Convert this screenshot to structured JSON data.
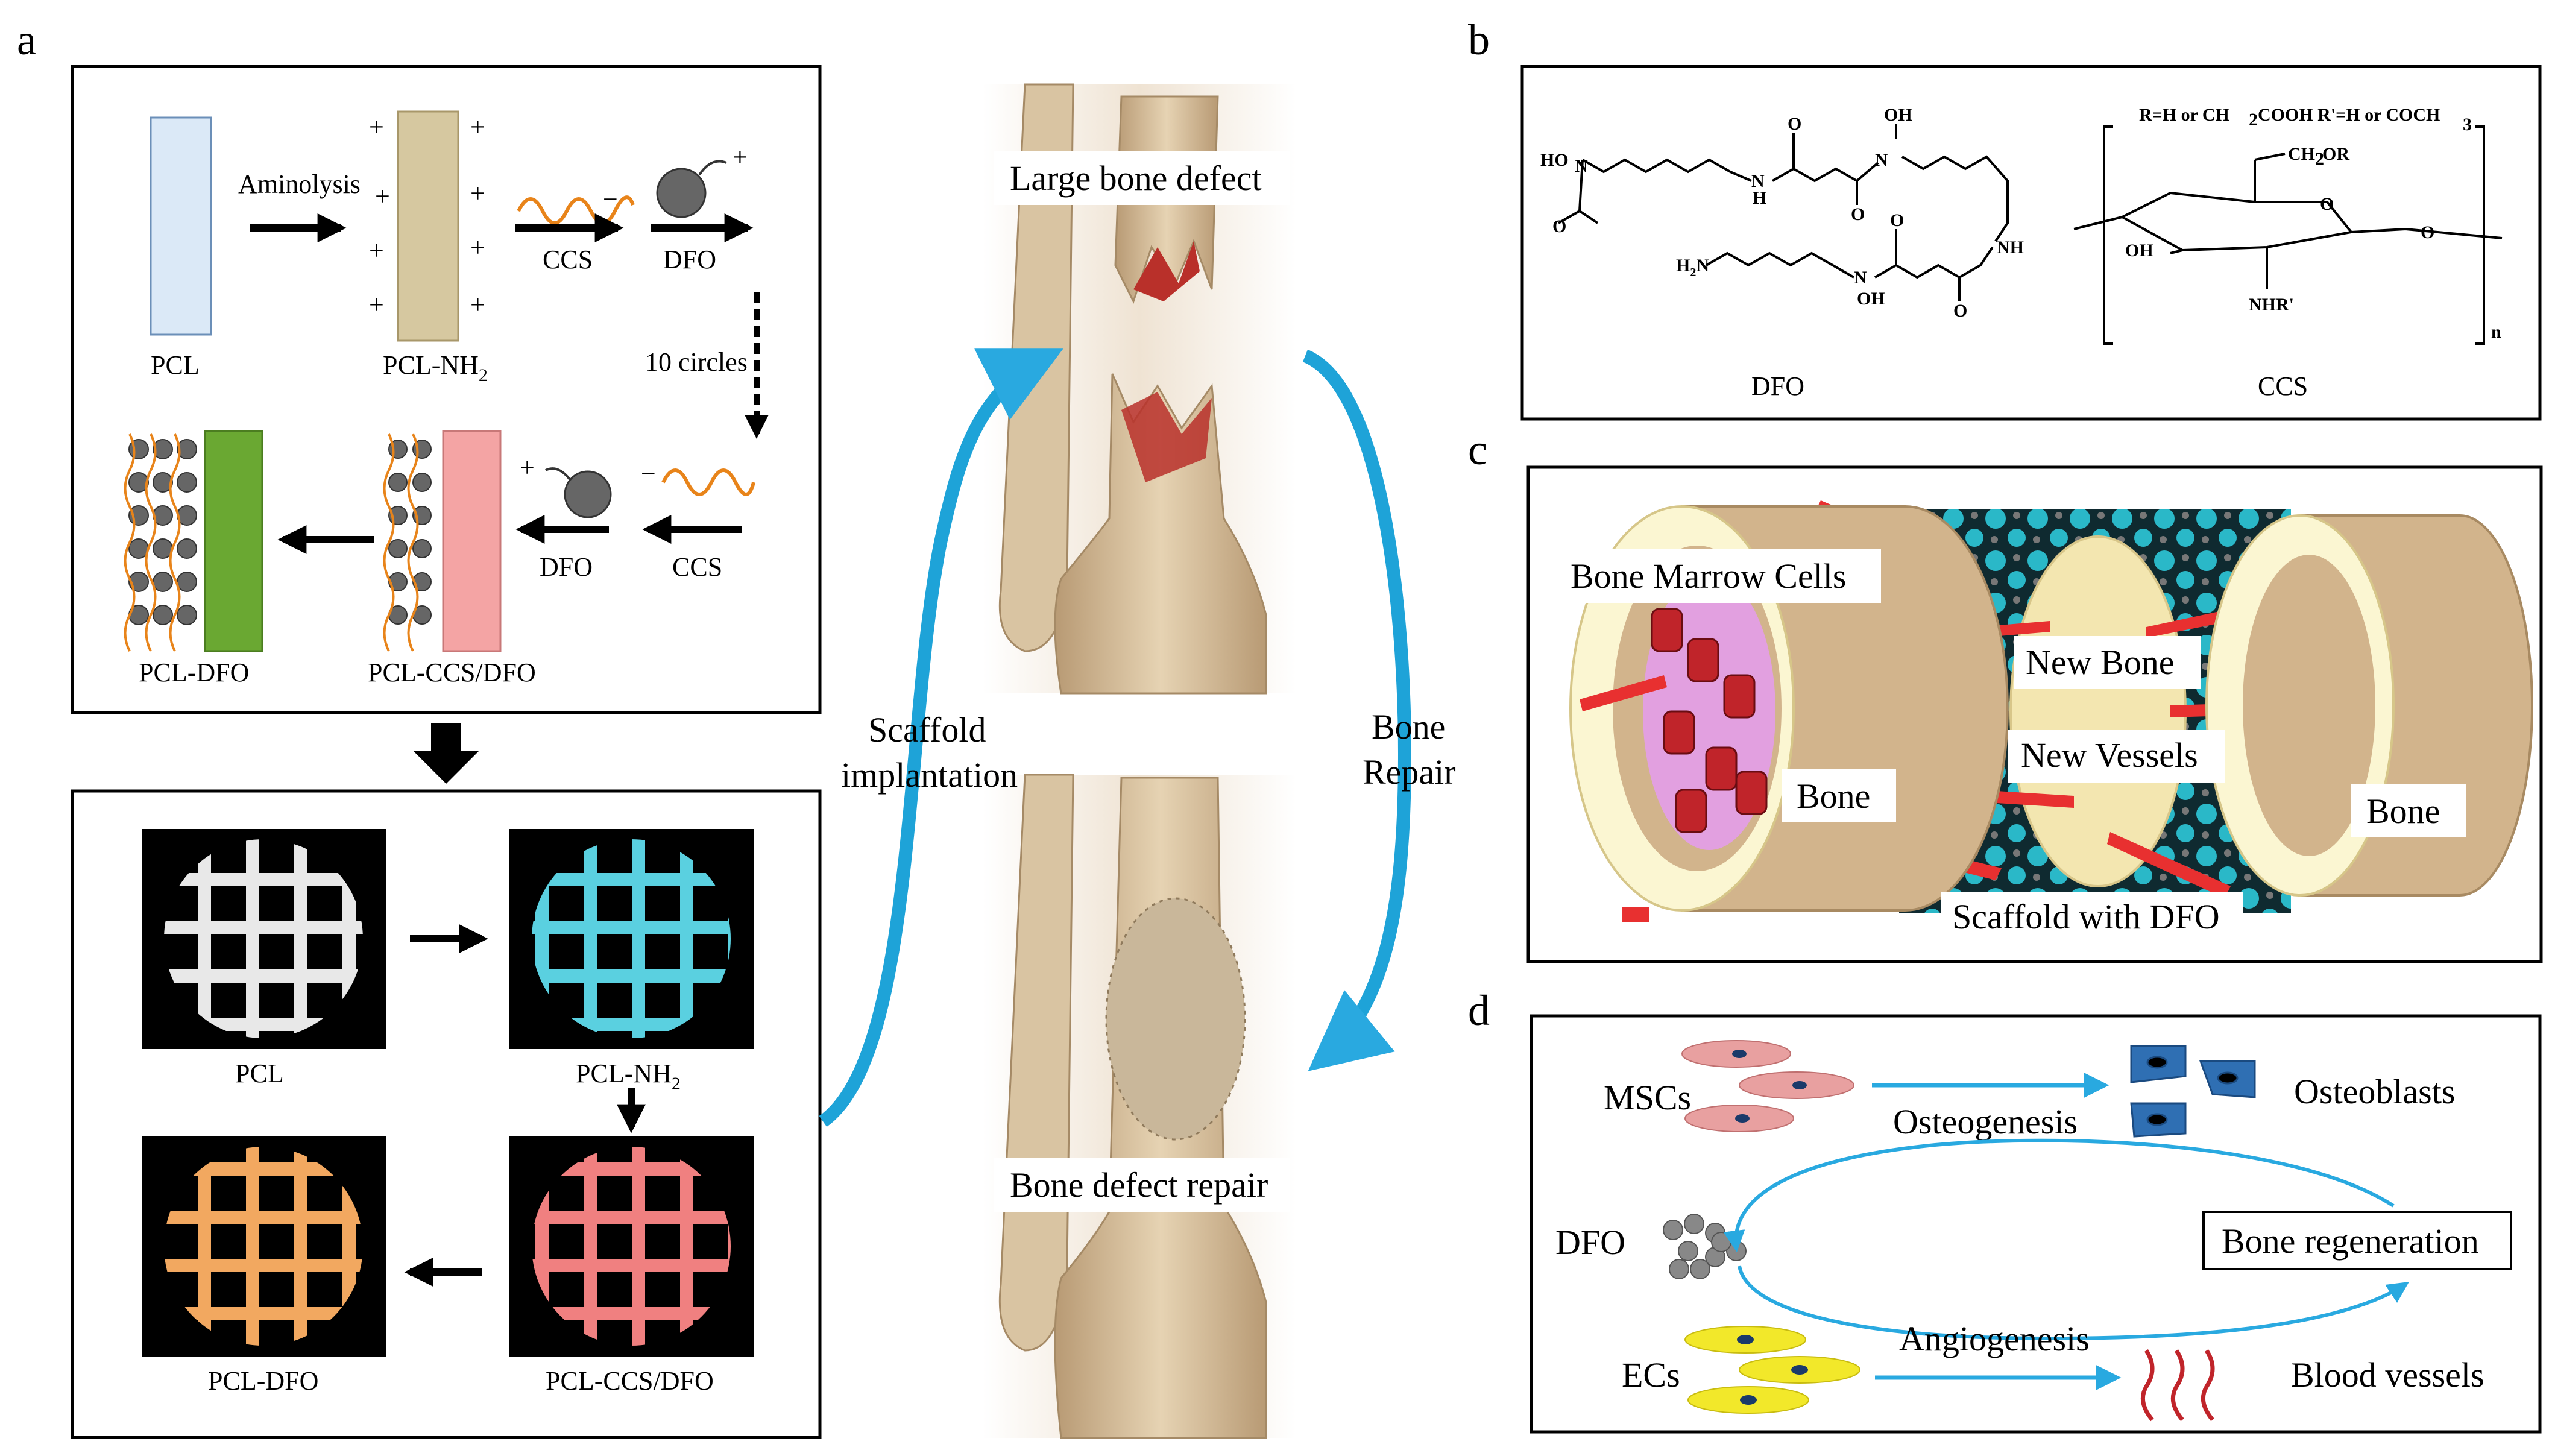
{
  "panels": {
    "a": "a",
    "b": "b",
    "c": "c",
    "d": "d"
  },
  "panel_a": {
    "aminolysis": "Aminolysis",
    "pcl": "PCL",
    "pcl_nh2": "PCL-NH",
    "ccs": "CCS",
    "dfo": "DFO",
    "ten_circles": "10 circles",
    "pcl_dfo": "PCL-DFO",
    "pcl_ccs_dfo": "PCL-CCS/DFO",
    "plus": "+",
    "minus": "−",
    "scaffold_pcl": "PCL",
    "scaffold_pcl_nh2": "PCL-NH",
    "scaffold_pcl_dfo": "PCL-DFO",
    "scaffold_pcl_ccs_dfo": "PCL-CCS/DFO",
    "sub2": "2"
  },
  "center": {
    "large_bone_defect": "Large bone defect",
    "bone_defect_repair": "Bone defect repair",
    "scaffold_implantation_1": "Scaffold",
    "scaffold_implantation_2": "implantation",
    "bone_repair_1": "Bone",
    "bone_repair_2": "Repair"
  },
  "panel_b": {
    "dfo_label": "DFO",
    "ccs_label": "CCS",
    "r_def": "R=H or CH",
    "r_def_2": "COOH R'=H or COCH",
    "ho": "HO",
    "oh": "OH",
    "nh": "NH",
    "n": "N",
    "o": "O",
    "h2n": "H",
    "ch2or": "CH",
    "nhr": "NHR'",
    "n_sub": "n",
    "h": "H"
  },
  "panel_c": {
    "bone_marrow_cells": "Bone Marrow Cells",
    "new_bone": "New Bone",
    "new_vessels": "New Vessels",
    "bone_left": "Bone",
    "bone_right": "Bone",
    "scaffold_with_dfo": "Scaffold with DFO"
  },
  "panel_d": {
    "mscs": "MSCs",
    "osteogenesis": "Osteogenesis",
    "osteoblasts": "Osteoblasts",
    "dfo": "DFO",
    "bone_regeneration": "Bone  regeneration",
    "ecs": "ECs",
    "angiogenesis": "Angiogenesis",
    "blood_vessels": "Blood vessels"
  },
  "colors": {
    "pcl_blue": "#dbe9f7",
    "pcl_nh2_tan": "#d6c8a0",
    "pcl_dfo_green": "#6aa832",
    "pcl_ccs_pink": "#f4a4a4",
    "ccs_orange": "#e8841a",
    "arrow_cyan": "#1ea3d8",
    "scaffold_cyan": "#2ab8c8",
    "bone_tan": "#d2b48c",
    "vessel_red": "#e83030",
    "msc_pink": "#e8a0a0",
    "ec_yellow": "#f2e82a",
    "osteoblast_blue": "#2f6fb3"
  }
}
